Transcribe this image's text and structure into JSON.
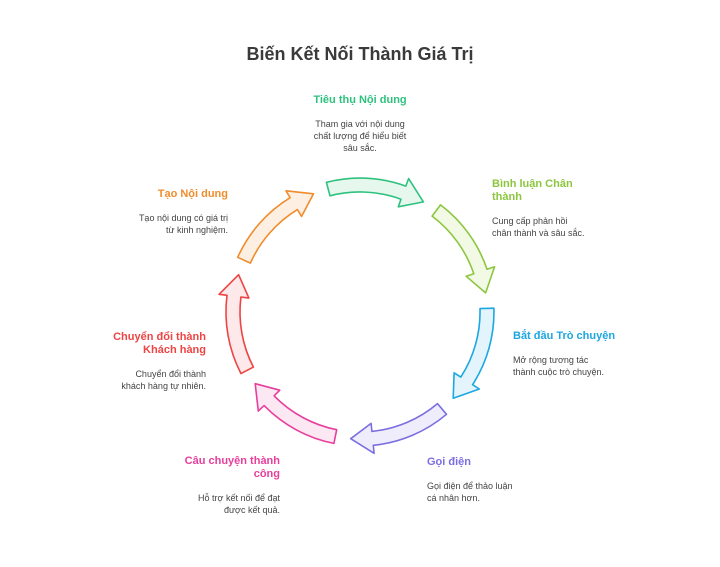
{
  "title": "Biến Kết Nối Thành Giá Trị",
  "steps": [
    {
      "title_lines": [
        "Tiêu thụ Nội dung"
      ],
      "desc_lines": [
        "Tham gia với nội dung",
        "chất lượng để hiểu biết",
        "sâu sắc."
      ],
      "color": "#2ec27e",
      "fill": "#e6f8ee"
    },
    {
      "title_lines": [
        "Bình luận Chân",
        "thành"
      ],
      "desc_lines": [
        "Cung cấp phản hồi",
        "chân thành và sâu sắc."
      ],
      "color": "#8cc63f",
      "fill": "#f2f9e5"
    },
    {
      "title_lines": [
        "Bắt đầu Trò chuyện"
      ],
      "desc_lines": [
        "Mở rộng tương tác",
        "thành cuộc trò chuyện."
      ],
      "color": "#1ca7e0",
      "fill": "#e3f4fc"
    },
    {
      "title_lines": [
        "Gọi điện"
      ],
      "desc_lines": [
        "Gọi điện để thảo luận",
        "cá nhân hơn."
      ],
      "color": "#7b6ee0",
      "fill": "#efedfb"
    },
    {
      "title_lines": [
        "Câu chuyện thành",
        "công"
      ],
      "desc_lines": [
        "Hỗ trợ kết nối để đạt",
        "được kết quả."
      ],
      "color": "#e83e9c",
      "fill": "#fce8f3"
    },
    {
      "title_lines": [
        "Chuyển đổi thành",
        "Khách hàng"
      ],
      "desc_lines": [
        "Chuyển đổi thành",
        "khách hàng tự nhiên."
      ],
      "color": "#ee4444",
      "fill": "#fde9e9"
    },
    {
      "title_lines": [
        "Tạo Nội dung"
      ],
      "desc_lines": [
        "Tạo nội dung có giá trị",
        "từ kinh nghiệm."
      ],
      "color": "#f08c2c",
      "fill": "#fdf0e2"
    }
  ]
}
